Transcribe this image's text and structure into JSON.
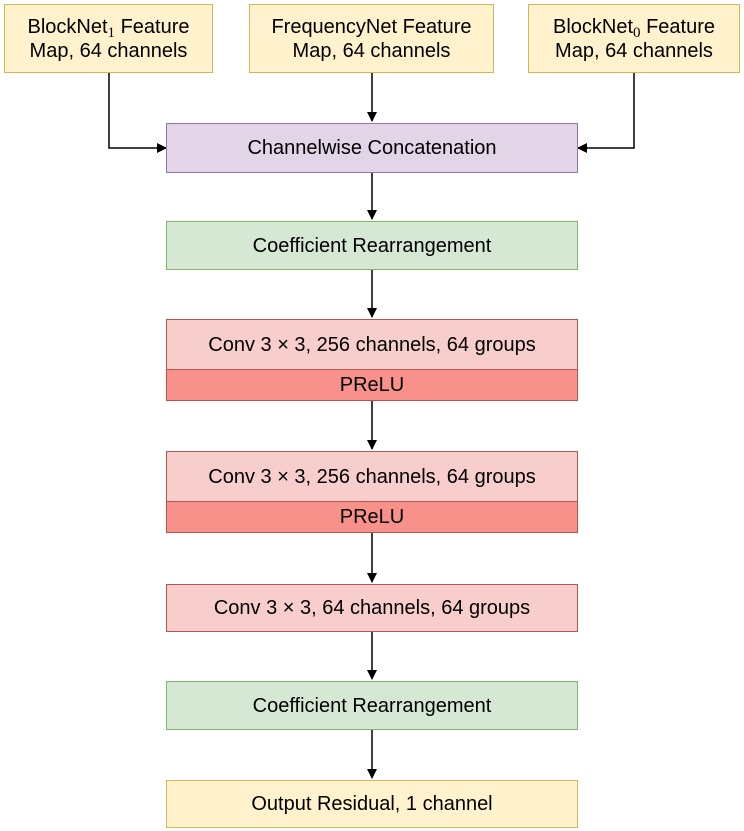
{
  "inputs": {
    "left": {
      "line1_name": "BlockNet",
      "line1_sub": "1",
      "line1_rest": " Feature",
      "line2": "Map, 64 channels"
    },
    "center": {
      "line1": "FrequencyNet Feature",
      "line2": "Map, 64 channels"
    },
    "right": {
      "line1_name": "BlockNet",
      "line1_sub": "0",
      "line1_rest": " Feature",
      "line2": "Map, 64 channels"
    }
  },
  "nodes": {
    "concat": "Channelwise Concatenation",
    "rearrange1": "Coefficient Rearrangement",
    "conv1": "Conv 3 × 3, 256 channels, 64 groups",
    "prelu1": "PReLU",
    "conv2": "Conv 3 × 3, 256 channels, 64 groups",
    "prelu2": "PReLU",
    "conv3": "Conv 3 × 3, 64 channels, 64 groups",
    "rearrange2": "Coefficient Rearrangement",
    "output": "Output Residual, 1 channel"
  },
  "colors": {
    "input_fill": "#fff2cc",
    "input_stroke": "#d6b656",
    "concat_fill": "#e1d5e7",
    "concat_stroke": "#9673a6",
    "rearrange_fill": "#d5e8d4",
    "rearrange_stroke": "#82b366",
    "conv_fill": "#f8cecc",
    "conv_stroke": "#b85450",
    "prelu_fill": "#f8918a"
  }
}
